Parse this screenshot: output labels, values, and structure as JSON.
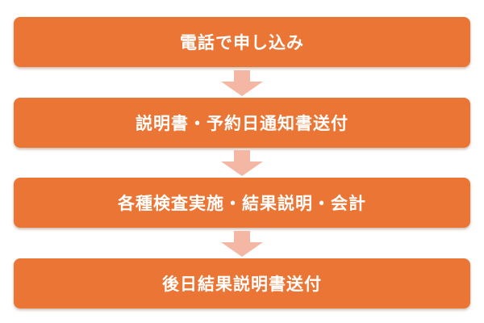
{
  "steps": [
    {
      "label": "電話で申し込み"
    },
    {
      "label": "説明書・予約日通知書送付"
    },
    {
      "label": "各種検査実施・結果説明・会計"
    },
    {
      "label": "後日結果説明書送付"
    }
  ],
  "colors": {
    "step_fill": "#ea7534",
    "step_text": "#ffffff",
    "arrow_fill": "#f4b7a3"
  },
  "icons": {
    "connector": "down-arrow-icon"
  }
}
